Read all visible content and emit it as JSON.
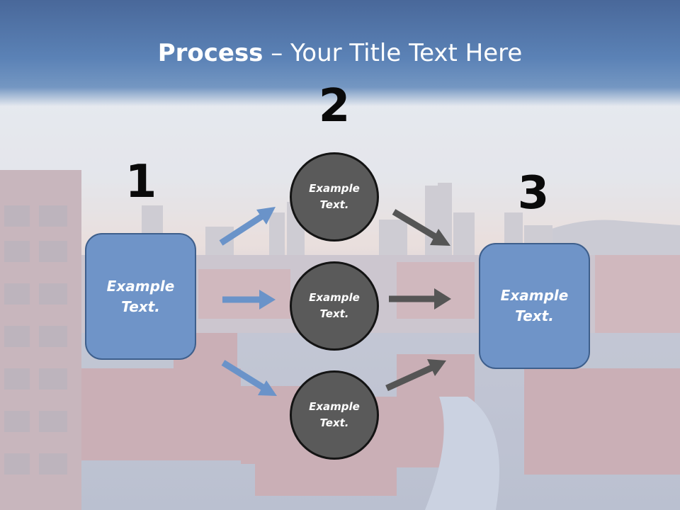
{
  "slide": {
    "title_bold": "Process",
    "title_rest": " – Your Title Text Here"
  },
  "steps": {
    "one": "1",
    "two": "2",
    "three": "3"
  },
  "nodes": {
    "left_box": "Example Text.",
    "circle_top": "Example Text.",
    "circle_middle": "Example Text.",
    "circle_bottom": "Example Text.",
    "right_box": "Example Text."
  },
  "colors": {
    "box_fill": "#6f94c8",
    "circle_fill": "#5a5a5a",
    "blue_arrow": "#6a93c9",
    "gray_arrow": "#555555",
    "title_bar": "#5b82b6"
  }
}
